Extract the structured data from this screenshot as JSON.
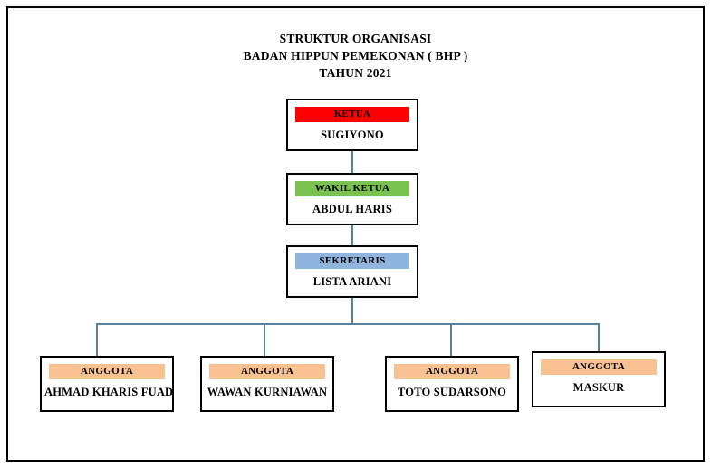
{
  "document": {
    "title_lines": [
      "STRUKTUR ORGANISASI",
      "BADAN HIPPUN PEMEKONAN ( BHP )",
      "TAHUN 2021"
    ]
  },
  "colors": {
    "ketua_header": "#FF0000",
    "wakil_ketua_header": "#7AC24F",
    "sekretaris_header": "#8FB4DE",
    "anggota_header": "#F8C191",
    "connector": "#5B7F9E",
    "box_border": "#000000",
    "page_border": "#000000",
    "background": "#FFFFFF"
  },
  "chart_data": {
    "type": "diagram",
    "diagram_kind": "organizational-chart",
    "title": "STRUKTUR ORGANISASI BADAN HIPPUN PEMEKONAN ( BHP ) TAHUN 2021",
    "nodes": [
      {
        "id": "ketua",
        "role": "KETUA",
        "name": "SUGIYONO",
        "level": 1,
        "header_color": "#FF0000"
      },
      {
        "id": "wakil-ketua",
        "role": "WAKIL KETUA",
        "name": "ABDUL HARIS",
        "level": 2,
        "header_color": "#7AC24F"
      },
      {
        "id": "sekretaris",
        "role": "SEKRETARIS",
        "name": "LISTA ARIANI",
        "level": 3,
        "header_color": "#8FB4DE"
      },
      {
        "id": "anggota-1",
        "role": "ANGGOTA",
        "name": "AHMAD KHARIS FUAD",
        "level": 4,
        "header_color": "#F8C191"
      },
      {
        "id": "anggota-2",
        "role": "ANGGOTA",
        "name": "WAWAN KURNIAWAN",
        "level": 4,
        "header_color": "#F8C191"
      },
      {
        "id": "anggota-3",
        "role": "ANGGOTA",
        "name": "TOTO SUDARSONO",
        "level": 4,
        "header_color": "#F8C191"
      },
      {
        "id": "anggota-4",
        "role": "ANGGOTA",
        "name": "MASKUR",
        "level": 4,
        "header_color": "#F8C191"
      }
    ],
    "edges": [
      {
        "from": "ketua",
        "to": "wakil-ketua"
      },
      {
        "from": "wakil-ketua",
        "to": "sekretaris"
      },
      {
        "from": "sekretaris",
        "to": "anggota-1"
      },
      {
        "from": "sekretaris",
        "to": "anggota-2"
      },
      {
        "from": "sekretaris",
        "to": "anggota-3"
      },
      {
        "from": "sekretaris",
        "to": "anggota-4"
      }
    ]
  }
}
